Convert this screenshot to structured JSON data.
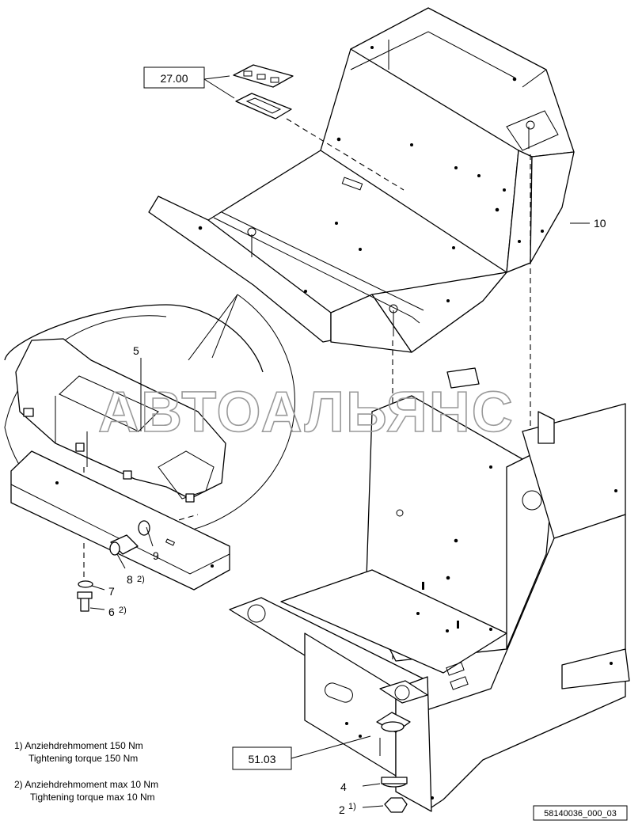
{
  "watermark": "АВТОАЛЬЯНС",
  "callouts": {
    "ref_27": "27.00",
    "ref_51": "51.03",
    "part_10": "10",
    "part_5": "5",
    "part_9": "9",
    "part_8": "8",
    "part_8_note": "2)",
    "part_7": "7",
    "part_6": "6",
    "part_6_note": "2)",
    "part_4": "4",
    "part_2": "2",
    "part_2_note": "1)"
  },
  "notes": {
    "note1_line1": "1) Anziehdrehmoment 150 Nm",
    "note1_line2": "Tightening torque 150 Nm",
    "note2_line1": "2)  Anziehdrehmoment max 10 Nm",
    "note2_line2": "Tightening torque max 10 Nm"
  },
  "drawing_code": "58140036_000_03"
}
